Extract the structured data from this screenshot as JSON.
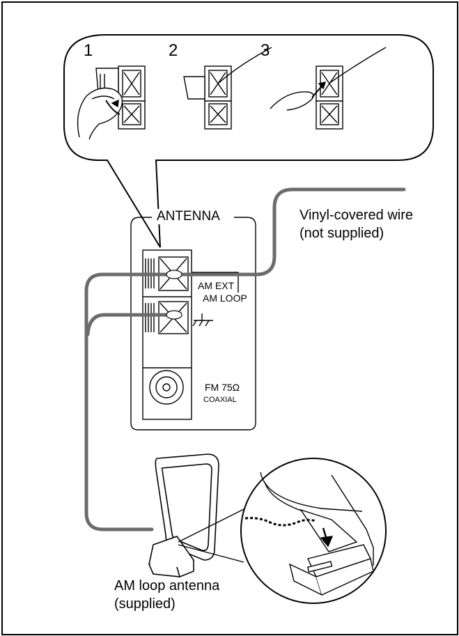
{
  "steps": [
    "1",
    "2",
    "3"
  ],
  "panel": {
    "title": "ANTENNA",
    "am_ext": "AM EXT",
    "am_loop": "AM LOOP",
    "fm_label": "FM 75Ω",
    "fm_sub": "COAXIAL"
  },
  "callouts": {
    "wire_line1": "Vinyl-covered wire",
    "wire_line2": "(not supplied)",
    "loop_line1": "AM loop antenna",
    "loop_line2": "(supplied)"
  },
  "colors": {
    "line": "#000000",
    "wire": "#6b6b6b",
    "background": "#ffffff"
  }
}
